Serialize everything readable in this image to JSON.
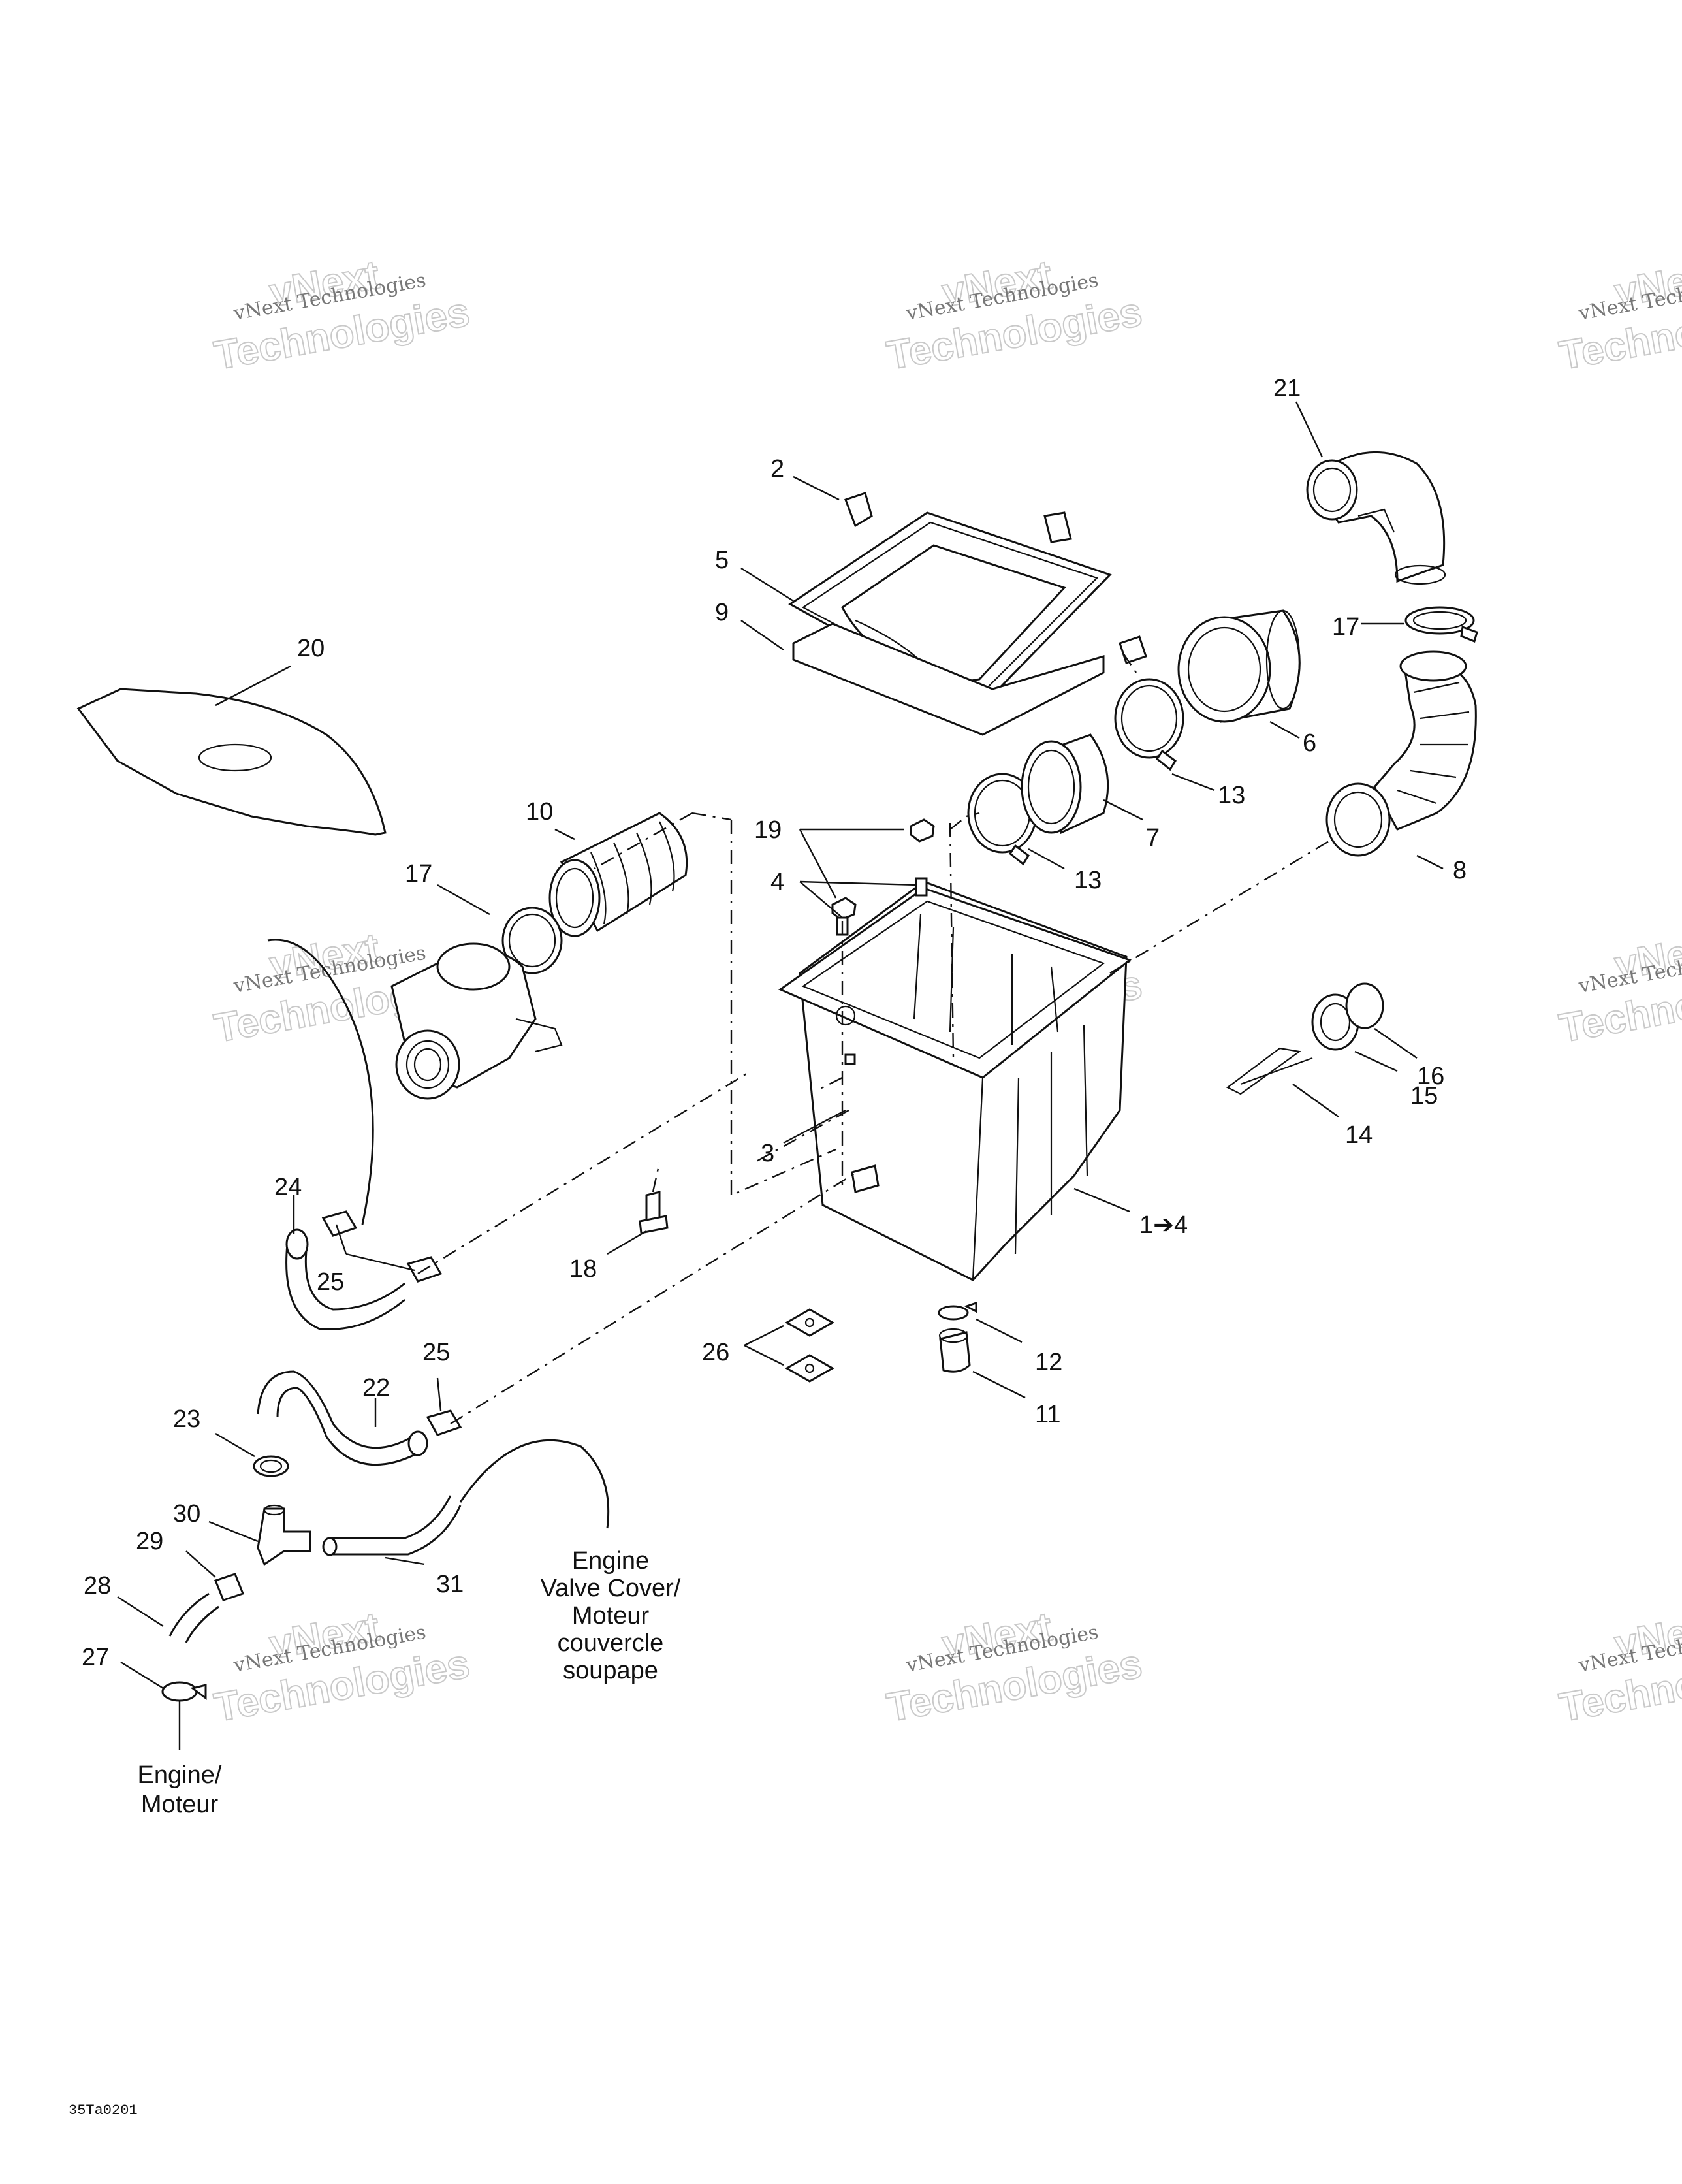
{
  "callouts": {
    "c1": "21",
    "c2": "2",
    "c3": "17",
    "c4": "5",
    "c5": "9",
    "c6": "20",
    "c7": "6",
    "c8": "13",
    "c9": "10",
    "c10": "7",
    "c11": "19",
    "c12": "17",
    "c13": "8",
    "c14": "4",
    "c15": "13",
    "c16": "16",
    "c17": "15",
    "c18": "14",
    "c19": "3",
    "c20": "1➔4",
    "c21": "24",
    "c22": "25",
    "c23": "18",
    "c24": "12",
    "c25": "26",
    "c26": "25",
    "c27": "22",
    "c28": "11",
    "c29": "23",
    "c30": "30",
    "c31": "29",
    "c32": "31",
    "c33": "28",
    "c34": "27"
  },
  "notes": {
    "valve_cover": [
      "Engine",
      "Valve Cover/",
      "Moteur",
      "couvercle",
      "soupape"
    ],
    "engine": [
      "Engine/",
      "Moteur"
    ]
  },
  "drawing_code": "35Ta0201",
  "watermark": {
    "line1": "vNext Technologies",
    "line2": "vNext",
    "line3": "Technologies"
  }
}
